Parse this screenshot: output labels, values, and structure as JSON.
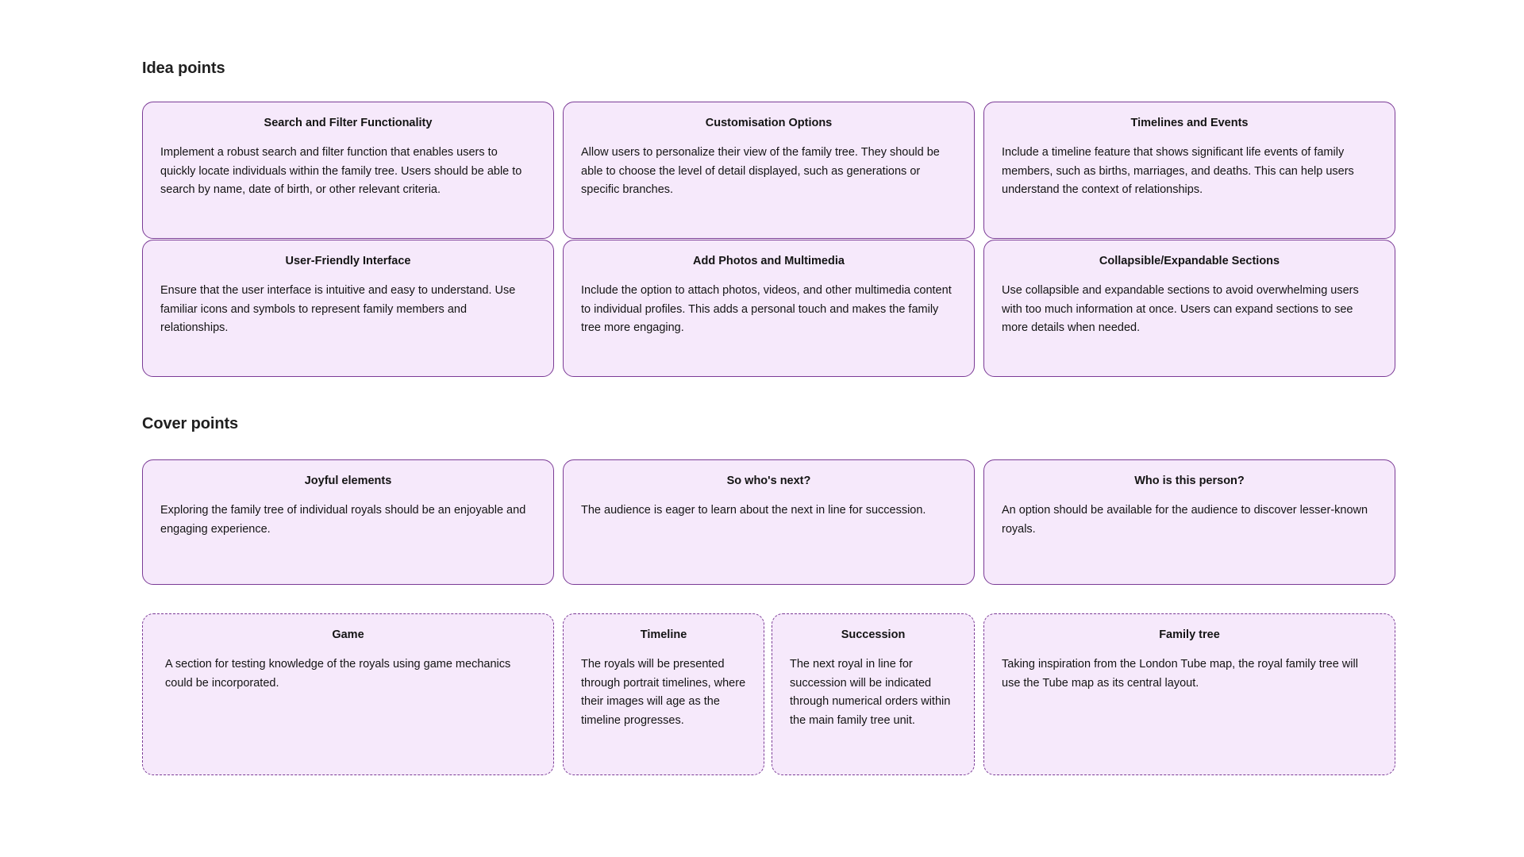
{
  "theme": {
    "page_background": "#ffffff",
    "card_fill": "#F6E9FB",
    "card_border": "#7B3B96",
    "text_color": "#141414",
    "heading_color": "#1f1f1f"
  },
  "sections": [
    {
      "id": "idea-points",
      "title": "Idea points",
      "cards": [
        {
          "title": "Search and Filter Functionality",
          "body": "Implement a robust search and filter function that enables users to quickly locate individuals within the family tree. Users should be able to search by name, date of birth, or other relevant criteria.",
          "border_style": "solid"
        },
        {
          "title": "Customisation Options",
          "body": "Allow users to personalize their view of the family tree. They should be able to choose the level of detail displayed, such as generations or specific branches.",
          "border_style": "solid"
        },
        {
          "title": "Timelines and Events",
          "body": "Include a timeline feature that shows significant life events of family members, such as births, marriages, and deaths. This can help users understand the context of relationships.",
          "border_style": "solid"
        },
        {
          "title": "User-Friendly Interface",
          "body": "Ensure that the user interface is intuitive and easy to understand. Use familiar icons and symbols to represent family members and relationships.",
          "border_style": "solid"
        },
        {
          "title": "Add Photos and Multimedia",
          "body": "Include the option to attach photos, videos, and other multimedia content to individual profiles. This adds a personal touch and makes the family tree more engaging.",
          "border_style": "solid"
        },
        {
          "title": "Collapsible/Expandable Sections",
          "body": "Use collapsible and expandable sections to avoid overwhelming users with too much information at once. Users can expand sections to see more details when needed.",
          "border_style": "solid"
        }
      ]
    },
    {
      "id": "cover-points",
      "title": "Cover points",
      "cards": [
        {
          "title": "Joyful elements",
          "body": "Exploring the family tree of individual royals should be an enjoyable and engaging experience.",
          "border_style": "solid"
        },
        {
          "title": "So who's next?",
          "body": "The audience is eager to learn about the next in line for succession.",
          "border_style": "solid"
        },
        {
          "title": "Who is this person?",
          "body": "An option should be available for the audience to discover lesser-known royals.",
          "border_style": "solid"
        },
        {
          "title": "Game",
          "body": "A section for testing knowledge of the royals using game mechanics could be incorporated.",
          "border_style": "dashed"
        },
        {
          "title": "Timeline",
          "body": "The royals will be presented through portrait timelines, where their images will age as the timeline progresses.",
          "border_style": "dashed"
        },
        {
          "title": "Succession",
          "body": "The next royal in line for succession will be indicated through numerical orders within the main family tree unit.",
          "border_style": "dashed"
        },
        {
          "title": "Family tree",
          "body": "Taking inspiration from the London Tube map, the royal family tree will use the Tube map as its central layout.",
          "border_style": "dashed"
        }
      ]
    }
  ]
}
